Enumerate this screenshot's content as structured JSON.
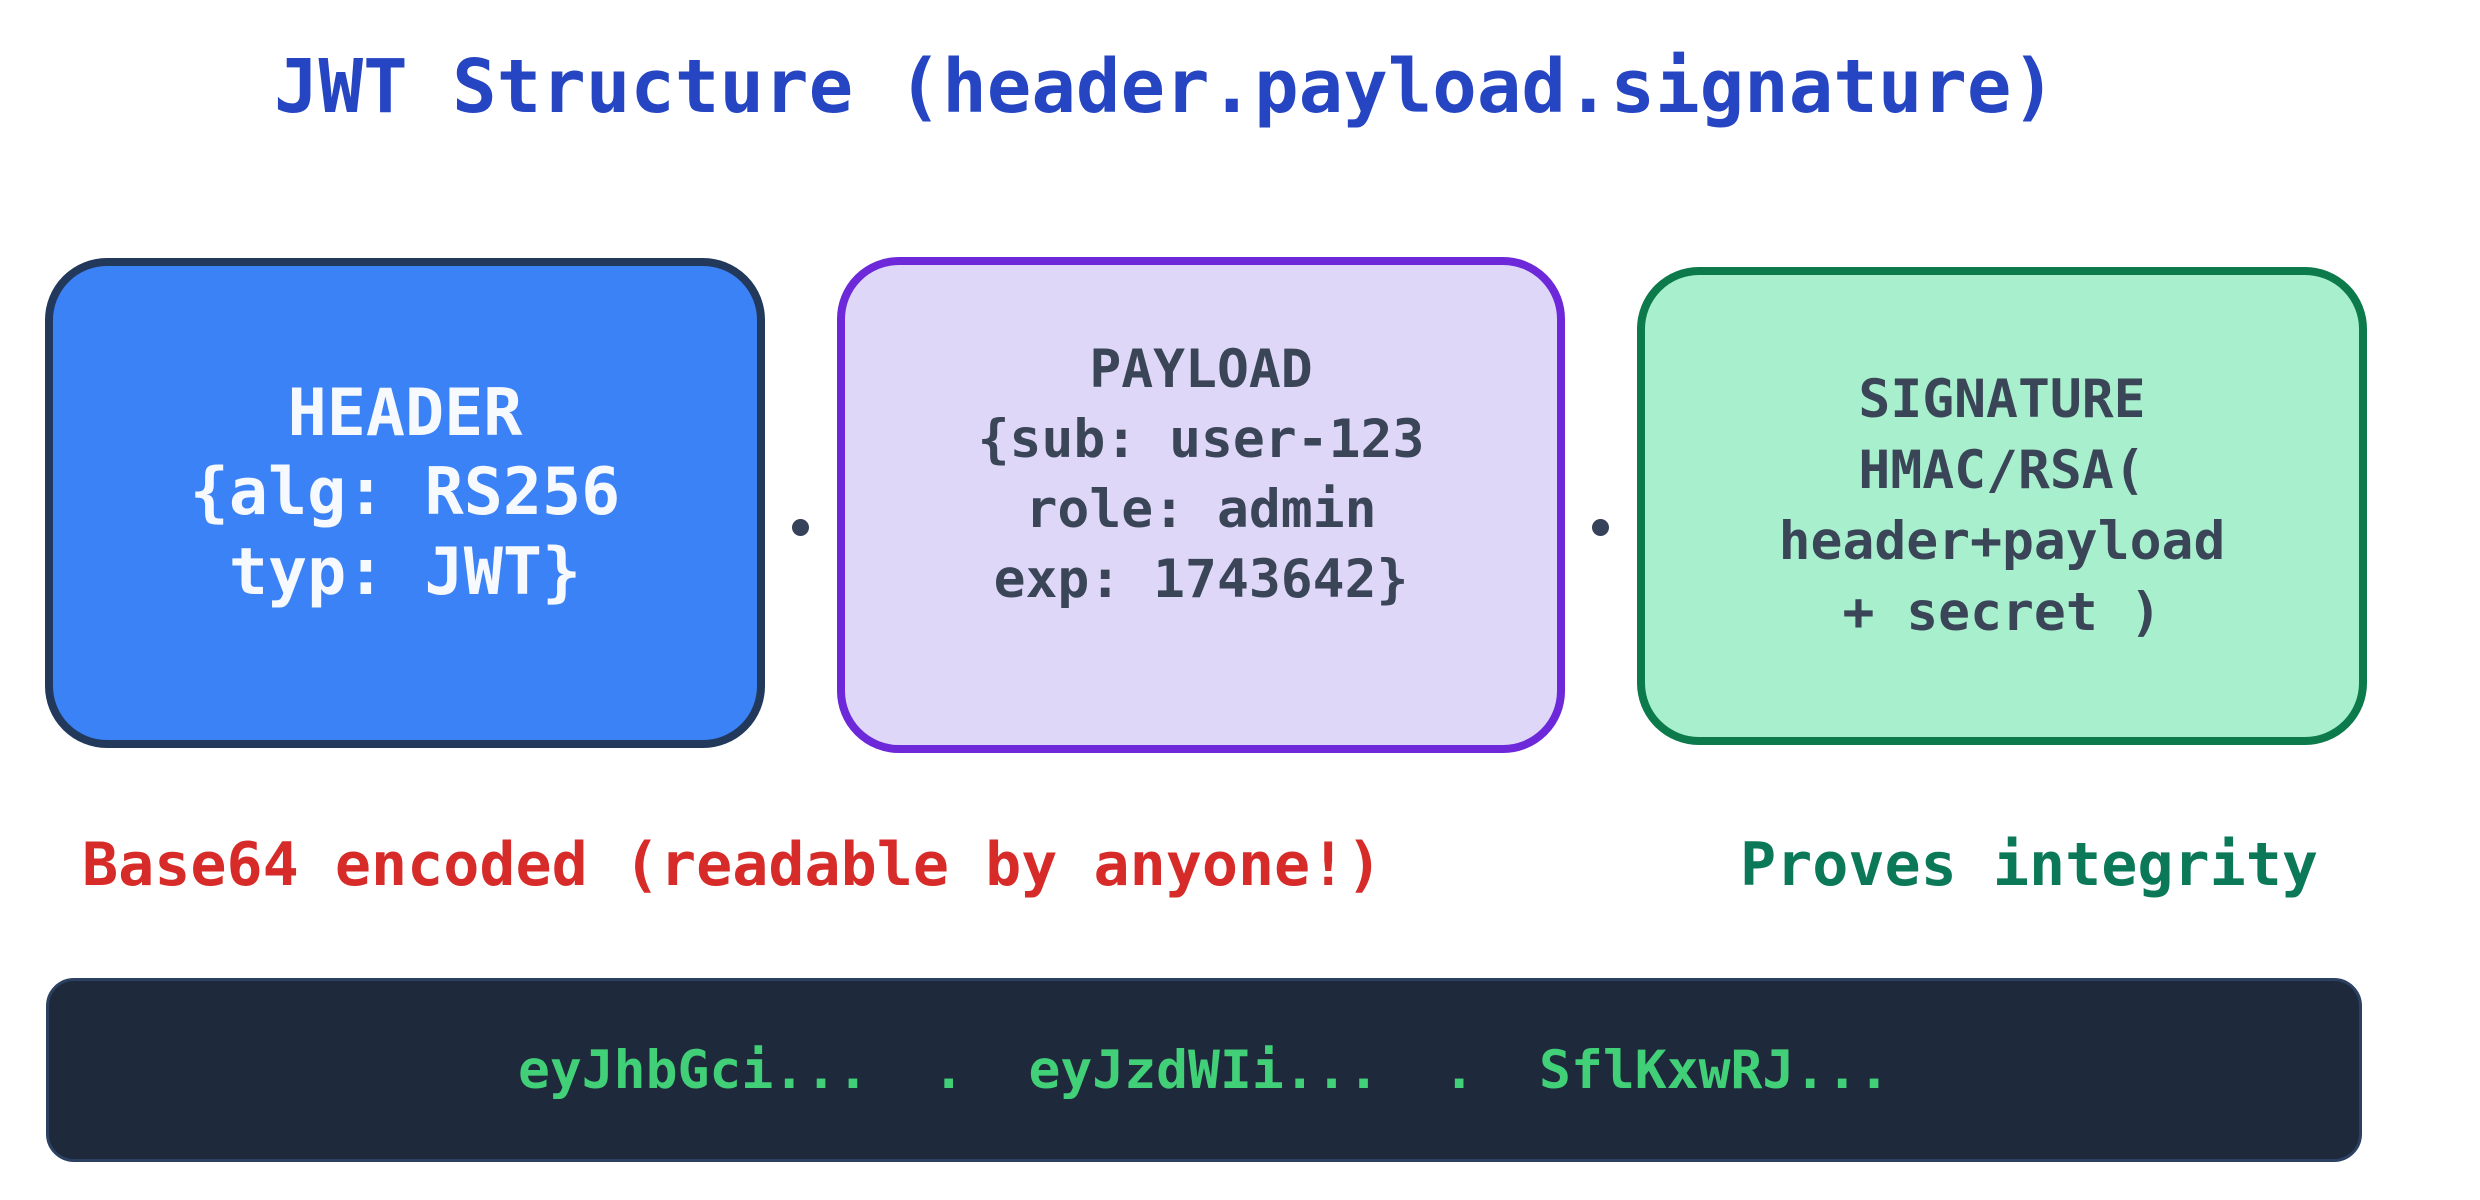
{
  "title": {
    "text": "JWT Structure (header.payload.signature)",
    "color": "#2545c3"
  },
  "boxes": {
    "header": {
      "lines": [
        "HEADER",
        "{alg: RS256",
        "typ: JWT}"
      ],
      "fill": "#3b82f6",
      "border": "#22395c",
      "text_color": "#f6f9fd"
    },
    "payload": {
      "lines": [
        "PAYLOAD",
        "{sub: user-123",
        "role: admin",
        "exp: 1743642}"
      ],
      "fill": "#ded7f8",
      "border": "#6d28d9",
      "text_color": "#3a4558"
    },
    "signature": {
      "lines": [
        "SIGNATURE",
        "HMAC/RSA(",
        "header+payload",
        "+ secret )"
      ],
      "fill": "#a8f0cd",
      "border": "#0c7a4a",
      "text_color": "#3a4558"
    }
  },
  "separator_glyph": "•",
  "captions": {
    "base64": {
      "text": "Base64 encoded (readable by anyone!)",
      "color": "#d62b28"
    },
    "integrity": {
      "text": "Proves integrity",
      "color": "#0b7957"
    }
  },
  "token_bar": {
    "text": "eyJhbGci...  .  eyJzdWIi...  .  SflKxwRJ...",
    "background": "#1e293b",
    "text_color": "#41d078"
  }
}
